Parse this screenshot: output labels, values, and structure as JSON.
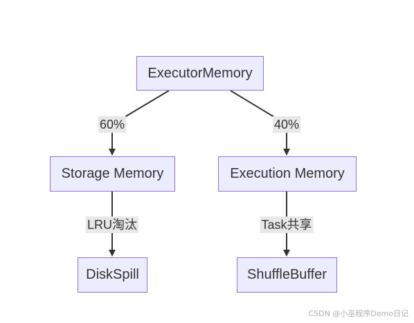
{
  "nodes": {
    "executor": "ExecutorMemory",
    "storage": "Storage Memory",
    "execution": "Execution Memory",
    "disk_spill": "DiskSpill",
    "shuffle_buffer": "ShuffleBuffer"
  },
  "edges": {
    "executor_storage": "60%",
    "executor_execution": "40%",
    "storage_disk": "LRU淘汰",
    "execution_shuffle": "Task共享"
  },
  "colors": {
    "node_fill": "#ececff",
    "node_border": "#9370db",
    "edge_line": "#333333",
    "label_bg": "#e8e8e8"
  },
  "watermark": "CSDN @小巫程序Demo日记"
}
